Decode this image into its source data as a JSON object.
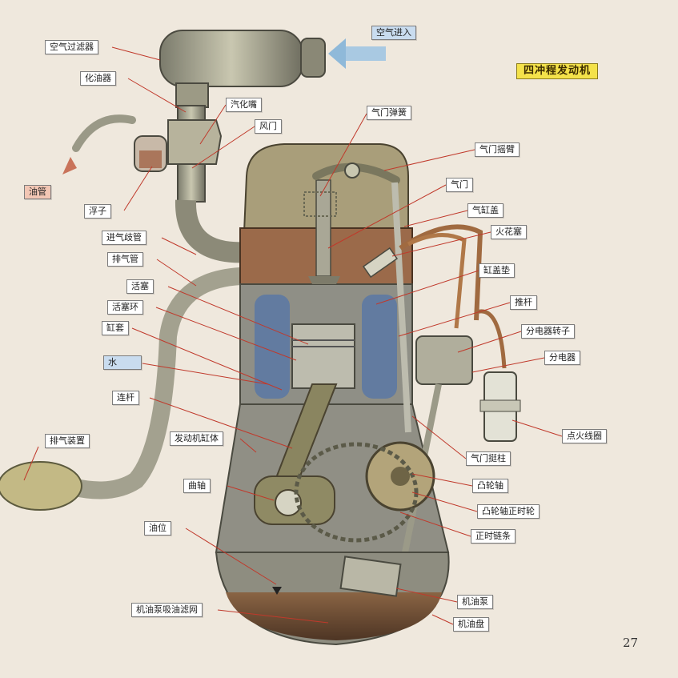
{
  "title": "四冲程发动机",
  "page_number": "27",
  "colors": {
    "label_pink": "#f2c6b4",
    "label_blue": "#c9dcef",
    "title_bg": "#f4e24a",
    "leader_line": "#c0392b",
    "arrow": "#8fb9d9"
  },
  "labels": {
    "air_filter": "空气过滤器",
    "air_in": "空气进入",
    "carburetor": "化油器",
    "jet": "汽化嘴",
    "throttle": "风门",
    "valve_spring": "气门弹簧",
    "rocker_arm": "气门摇臂",
    "valve": "气门",
    "cylinder_head": "气缸盖",
    "spark_plug": "火花塞",
    "head_gasket": "缸盖垫",
    "push_rod": "推杆",
    "rotor": "分电器转子",
    "distributor": "分电器",
    "fuel_pipe": "油管",
    "float": "浮子",
    "intake_manifold": "进气歧管",
    "exhaust_pipe": "排气管",
    "piston": "活塞",
    "piston_ring": "活塞环",
    "cylinder_liner": "缸套",
    "water": "水",
    "con_rod": "连杆",
    "exhaust_device": "排气装置",
    "engine_block": "发动机缸体",
    "crankshaft": "曲轴",
    "oil_level": "油位",
    "oil_filter": "机油泵吸油滤网",
    "ignition_coil": "点火线圈",
    "tappet": "气门挺柱",
    "camshaft": "凸轮轴",
    "cam_gear": "凸轮轴正时轮",
    "timing_chain": "正时链条",
    "oil_pump": "机油泵",
    "oil_pan": "机油盘"
  }
}
